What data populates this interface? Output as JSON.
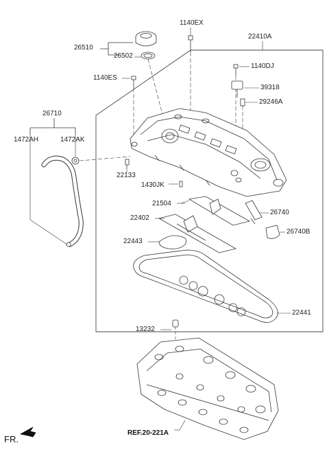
{
  "labels": {
    "p1140EX": "1140EX",
    "p22410A": "22410A",
    "p26510": "26510",
    "p26502": "26502",
    "p1140DJ": "1140DJ",
    "p1140ES": "1140ES",
    "p39318": "39318",
    "p29246A": "29246A",
    "p26710": "26710",
    "p1472AH": "1472AH",
    "p1472AK": "1472AK",
    "p22133": "22133",
    "p1430JK": "1430JK",
    "p21504": "21504",
    "p26740": "26740",
    "p22402": "22402",
    "p26740B": "26740B",
    "p22443": "22443",
    "p22441": "22441",
    "p13232": "13232",
    "ref": "REF.20-221A",
    "fr": "FR."
  }
}
